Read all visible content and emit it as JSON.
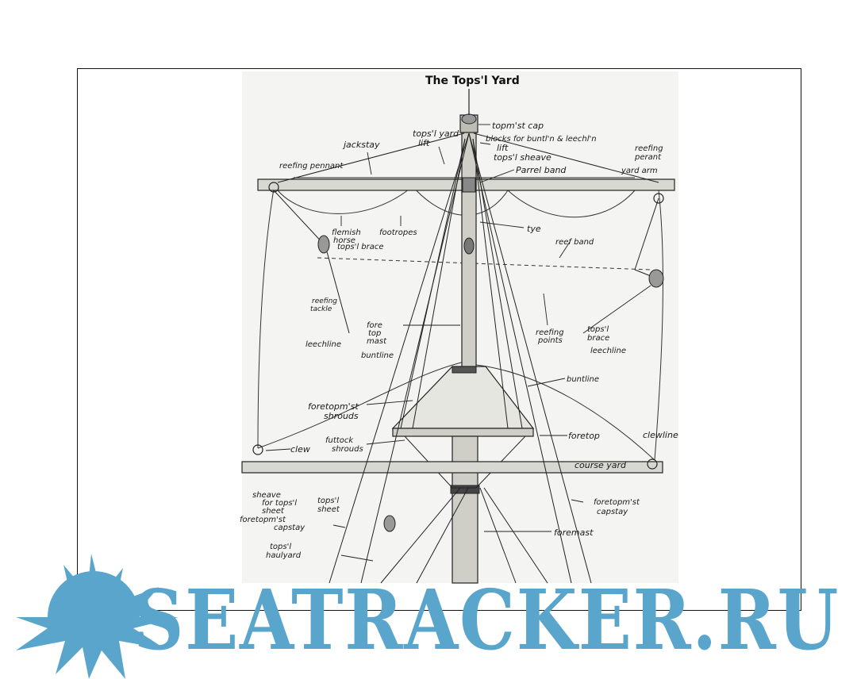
{
  "diagram": {
    "title": "The Tops'l Yard",
    "labels": {
      "topmst_cap": "topm'st cap",
      "blocks": "blocks for buntl'n & leechl'n",
      "lift": "lift",
      "topsl_yard_lift_1": "tops'l yard",
      "topsl_yard_lift_2": "lift",
      "topsl_sheave": "tops'l sheave",
      "parrel_band": "Parrel band",
      "jackstay": "jackstay",
      "reefing_pennant": "reefing pennant",
      "reefing_perant_1": "reefing",
      "reefing_perant_2": "perant",
      "yard_arm": "yard arm",
      "flemish_1": "flemish",
      "flemish_2": "horse",
      "footropes": "footropes",
      "tye": "tye",
      "topsl_brace_left": "tops'l brace",
      "reef_band": "reef band",
      "reefing_tackle_1": "reefing",
      "reefing_tackle_2": "tackle",
      "fore_top_mast_1": "fore",
      "fore_top_mast_2": "top",
      "fore_top_mast_3": "mast",
      "reefing_points_1": "reefing",
      "reefing_points_2": "points",
      "topsl_brace_right_1": "tops'l",
      "topsl_brace_right_2": "brace",
      "leechline_left": "leechline",
      "leechline_right": "leechline",
      "buntline_left": "buntline",
      "buntline_right": "buntline",
      "foretopmst_shrouds_1": "foretopm'st",
      "foretopmst_shrouds_2": "shrouds",
      "foretop": "foretop",
      "futtock_1": "futtock",
      "futtock_2": "shrouds",
      "clew": "clew",
      "clewline": "clewline",
      "course_yard": "course yard",
      "sheave_1": "sheave",
      "sheave_2": "for tops'l",
      "sheave_3": "sheet",
      "topsl_sheet_1": "tops'l",
      "topsl_sheet_2": "sheet",
      "foretopmst_capstay_left_1": "foretopm'st",
      "foretopmst_capstay_left_2": "capstay",
      "foretopmst_capstay_right_1": "foretopm'st",
      "foretopmst_capstay_right_2": "capstay",
      "foremast": "foremast",
      "topsl_haulyard_1": "tops'l",
      "topsl_haulyard_2": "haulyard"
    }
  },
  "watermark": {
    "text": "SEATRACKER.RU",
    "color": "#5aa5cc"
  },
  "logo_icon": "sun-icon"
}
